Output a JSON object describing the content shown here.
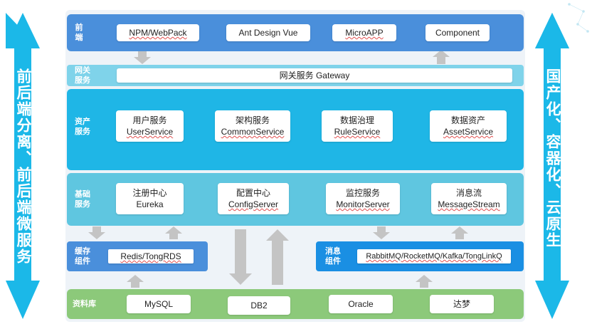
{
  "side": {
    "left": "前后端分离、前后端微服务",
    "right": "国产化、容器化、云原生"
  },
  "layers": {
    "frontend": {
      "label": "前端",
      "items": [
        "NPM/WebPack",
        "Ant Design Vue",
        "MicroAPP",
        "Component"
      ]
    },
    "gateway": {
      "label": "网关服务",
      "item": "网关服务 Gateway"
    },
    "asset": {
      "label": "资产服务",
      "items": [
        {
          "cn": "用户服务",
          "en": "UserService"
        },
        {
          "cn": "架构服务",
          "en": "CommonService"
        },
        {
          "cn": "数据治理",
          "en": "RuleService"
        },
        {
          "cn": "数据资产",
          "en": "AssetService"
        }
      ]
    },
    "base": {
      "label": "基础服务",
      "items": [
        {
          "cn": "注册中心",
          "en": "Eureka"
        },
        {
          "cn": "配置中心",
          "en": "ConfigServer"
        },
        {
          "cn": "监控服务",
          "en": "MonitorServer"
        },
        {
          "cn": "消息流",
          "en": "MessageStream"
        }
      ]
    },
    "cache": {
      "label": "缓存组件",
      "item": "Redis/TongRDS"
    },
    "mq": {
      "label": "消息组件",
      "item": "RabbitMQ/RocketMQ/Kafka/TongLinkQ"
    },
    "database": {
      "label": "资料库",
      "items": [
        "MySQL",
        "DB2",
        "Oracle",
        "达梦"
      ]
    }
  },
  "colors": {
    "side_arrow": "#1bb8e8",
    "frontend": "#4a8fdb",
    "gateway": "#7fd3ea",
    "asset": "#1fb6e6",
    "base": "#5fc6e0",
    "cache": "#4a8fdb",
    "mq": "#1a8fe3",
    "database": "#8cc97a",
    "connector": "#c4c4c4"
  }
}
